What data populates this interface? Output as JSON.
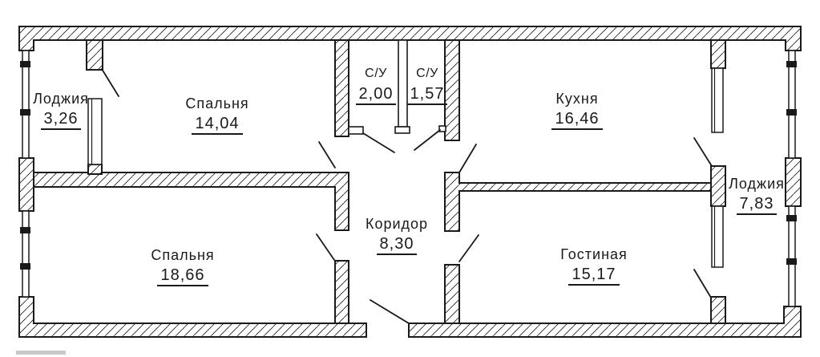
{
  "plan": {
    "colors": {
      "line": "#1a1a1a",
      "background": "#ffffff"
    },
    "rooms": [
      {
        "name": "Лоджия",
        "area": "3,26"
      },
      {
        "name": "Спальня",
        "area": "14,04"
      },
      {
        "name": "С/У",
        "area": "2,00"
      },
      {
        "name": "С/У",
        "area": "1,57"
      },
      {
        "name": "Кухня",
        "area": "16,46"
      },
      {
        "name": "Лоджия",
        "area": "7,83"
      },
      {
        "name": "Коридор",
        "area": "8,30"
      },
      {
        "name": "Спальня",
        "area": "18,66"
      },
      {
        "name": "Гостиная",
        "area": "15,17"
      }
    ]
  }
}
